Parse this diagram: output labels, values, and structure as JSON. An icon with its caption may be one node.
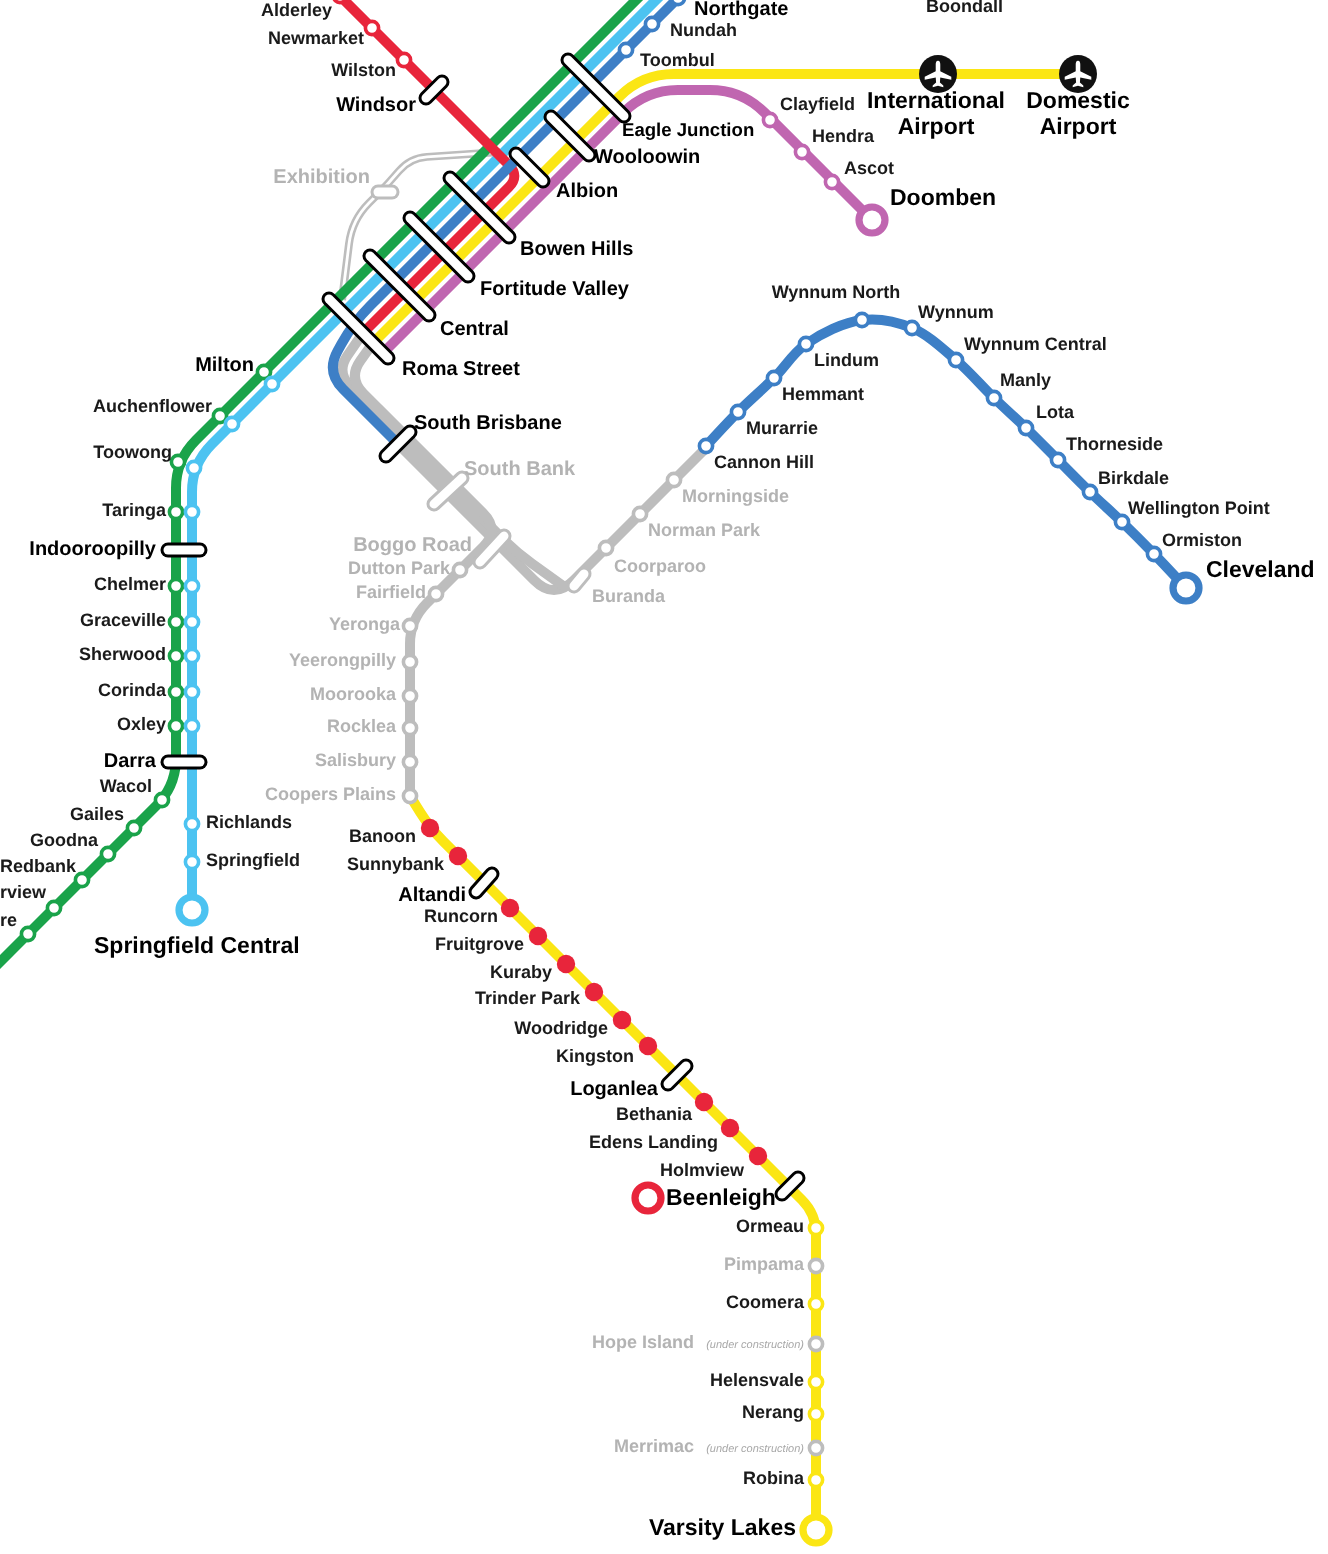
{
  "diagram": {
    "labels": [
      "Boondall",
      "Alderley",
      "Northgate",
      "Nundah",
      "Newmarket",
      "Toombul",
      "Wilston",
      "International Airport",
      "Domestic Airport",
      "Windsor",
      "Clayfield",
      "Eagle Junction",
      "Hendra",
      "Wooloowin",
      "Ascot",
      "Exhibition",
      "Albion",
      "Doomben",
      "Bowen Hills",
      "Fortitude Valley",
      "Wynnum North",
      "Wynnum",
      "Central",
      "Wynnum Central",
      "Lindum",
      "Milton",
      "Roma Street",
      "Manly",
      "Hemmant",
      "Auchenflower",
      "Lota",
      "South Brisbane",
      "Murarrie",
      "Thorneside",
      "Toowong",
      "Cannon Hill",
      "South Bank",
      "Birkdale",
      "Morningside",
      "Taringa",
      "Wellington Point",
      "Norman Park",
      "Ormiston",
      "Boggo Road",
      "Indooroopilly",
      "Coorparoo",
      "Dutton Park",
      "Cleveland",
      "Chelmer",
      "Fairfield",
      "Buranda",
      "Graceville",
      "Yeronga",
      "Sherwood",
      "Yeerongpilly",
      "Corinda",
      "Moorooka",
      "Oxley",
      "Rocklea",
      "Darra",
      "Salisbury",
      "Wacol",
      "Coopers Plains",
      "Gailes",
      "Richlands",
      "Banoon",
      "Goodna",
      "Springfield",
      "Sunnybank",
      "Redbank",
      "Altandi",
      "rview",
      "Runcorn",
      "re",
      "Springfield Central",
      "Fruitgrove",
      "Kuraby",
      "Trinder Park",
      "Woodridge",
      "Kingston",
      "Loganlea",
      "Bethania",
      "Edens Landing",
      "Holmview",
      "Beenleigh",
      "Ormeau",
      "Pimpama",
      "Coomera",
      "Hope Island",
      "(under construction)",
      "Helensvale",
      "Nerang",
      "Merrimac",
      "(under construction)",
      "Robina",
      "Varsity Lakes"
    ]
  }
}
